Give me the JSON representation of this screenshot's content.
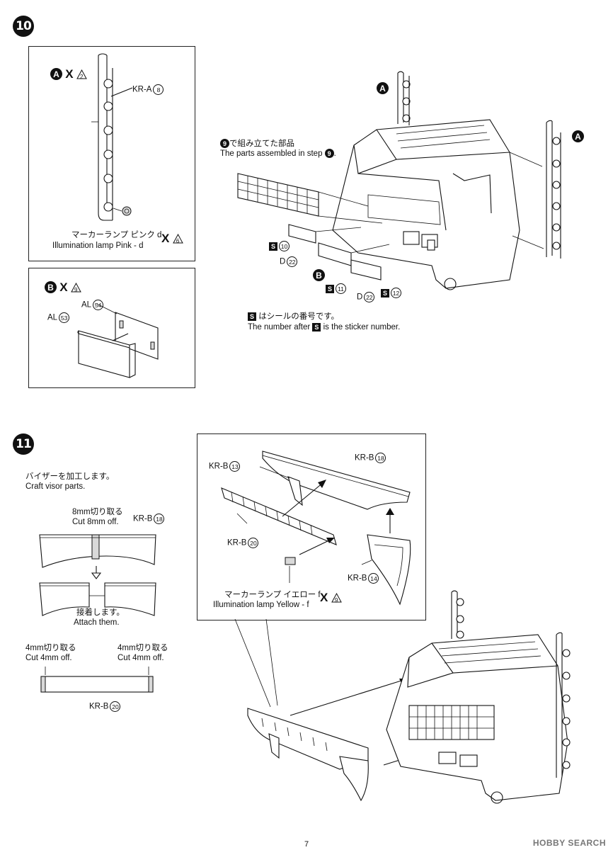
{
  "steps": {
    "s10": "10",
    "s11": "11"
  },
  "step10": {
    "panelA": {
      "letter": "A",
      "x_symbol": "X",
      "qty": "2",
      "part_code": "KR-A",
      "part_no": "8",
      "lamp_jp": "マーカーランプ ピンク d",
      "lamp_en": "Illumination lamp Pink - d",
      "lamp_qty": "6"
    },
    "panelB": {
      "letter": "B",
      "x_symbol": "X",
      "qty": "9",
      "part1_code": "AL",
      "part1_no": "54",
      "part2_code": "AL",
      "part2_no": "53"
    },
    "main": {
      "ref_step": "9",
      "ref_jp": "で組み立てた部品",
      "ref_en": "The parts assembled in step",
      "callout_A": "A",
      "callout_B": "B",
      "sticker_10": "10",
      "sticker_11": "11",
      "sticker_12": "12",
      "d22_code": "D",
      "d22_no": "22",
      "s_letter": "S",
      "note_jp": "はシールの番号です。",
      "note_en_pre": "The number after",
      "note_en_post": "is the sticker number."
    }
  },
  "step11": {
    "visor_jp": "バイザーを加工します。",
    "visor_en": "Craft visor parts.",
    "cut8_jp": "8mm切り取る",
    "cut8_en": "Cut 8mm off.",
    "kr_b": "KR-B",
    "no18": "18",
    "attach_jp": "接着します。",
    "attach_en": "Attach them.",
    "cut4_jp": "4mm切り取る",
    "cut4_en": "Cut 4mm off.",
    "no20": "20",
    "no13": "13",
    "no14": "14",
    "lamp_jp": "マーカーランプ イエロー f",
    "lamp_en": "Illumination lamp Yellow - f",
    "lamp_x": "X",
    "lamp_qty": "9"
  },
  "footer": {
    "page": "7",
    "brand": "HOBBY SEARCH"
  }
}
